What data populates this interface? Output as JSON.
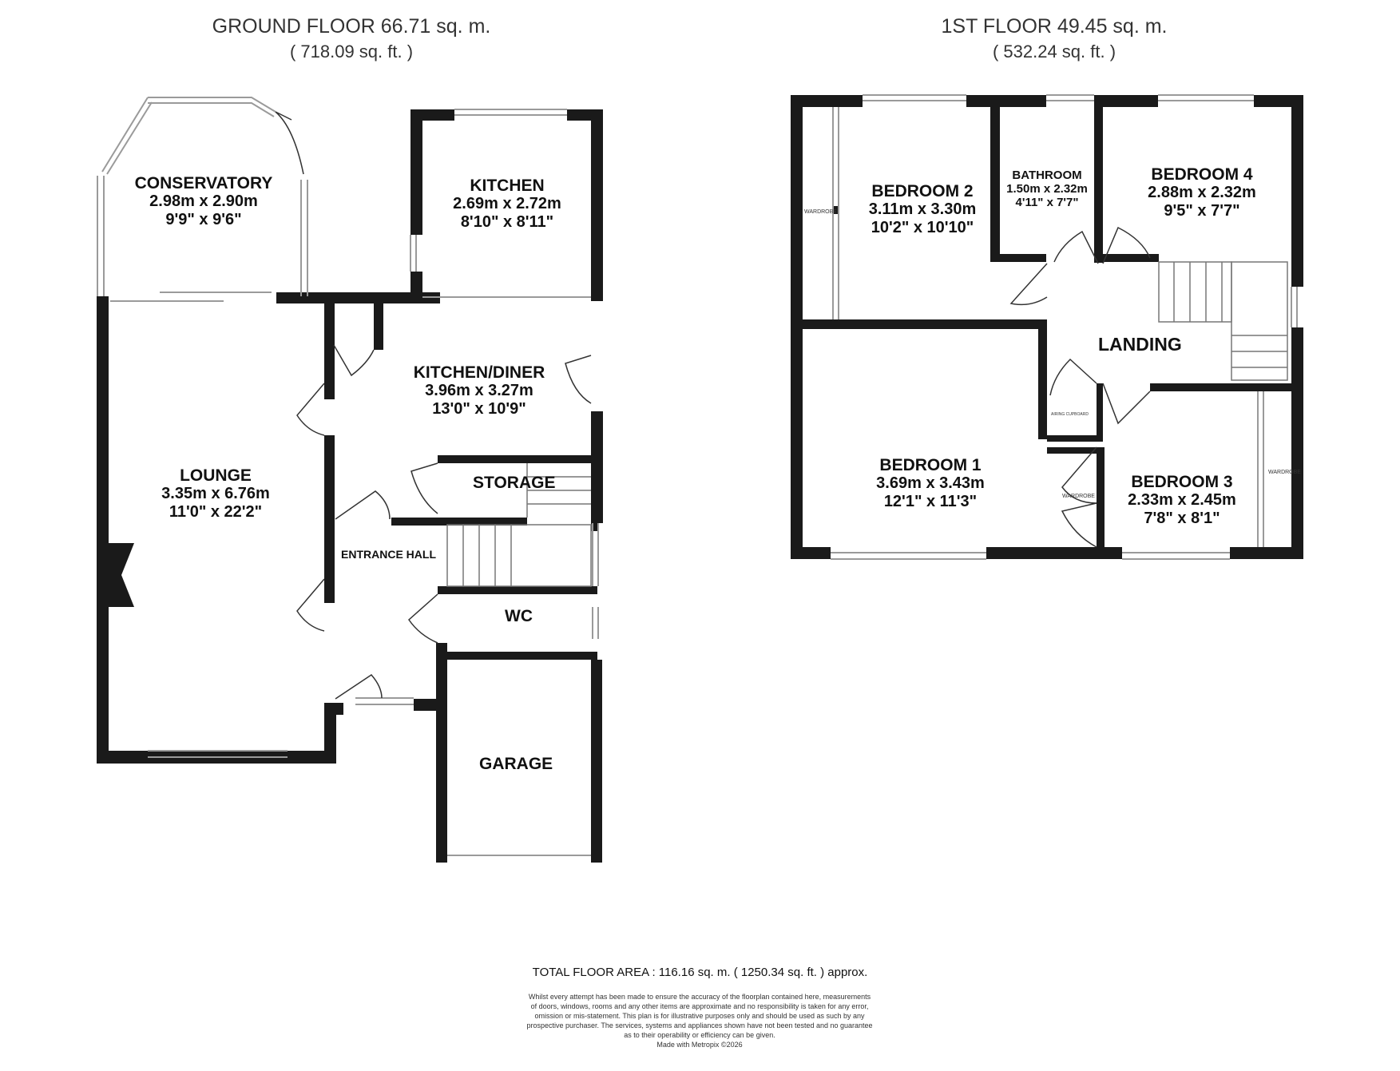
{
  "ground_floor": {
    "title": "GROUND FLOOR 66.71 sq. m.",
    "subtitle": "( 718.09 sq. ft. )",
    "rooms": [
      {
        "name": "CONSERVATORY",
        "metric": "2.98m x 2.90m",
        "imperial": "9'9\" x 9'6\""
      },
      {
        "name": "KITCHEN",
        "metric": "2.69m x 2.72m",
        "imperial": "8'10\" x 8'11\""
      },
      {
        "name": "KITCHEN/DINER",
        "metric": "3.96m x 3.27m",
        "imperial": "13'0\" x 10'9\""
      },
      {
        "name": "LOUNGE",
        "metric": "3.35m x 6.76m",
        "imperial": "11'0\" x 22'2\""
      }
    ],
    "labels": {
      "storage": "STORAGE",
      "entrance_hall": "ENTRANCE HALL",
      "wc": "WC",
      "garage": "GARAGE"
    }
  },
  "first_floor": {
    "title": "1ST FLOOR 49.45 sq. m.",
    "subtitle": "( 532.24 sq. ft. )",
    "rooms": [
      {
        "name": "BEDROOM 2",
        "metric": "3.11m x 3.30m",
        "imperial": "10'2\" x 10'10\""
      },
      {
        "name": "BATHROOM",
        "metric": "1.50m x 2.32m",
        "imperial": "4'11\" x 7'7\""
      },
      {
        "name": "BEDROOM 4",
        "metric": "2.88m x 2.32m",
        "imperial": "9'5\" x 7'7\""
      },
      {
        "name": "BEDROOM 1",
        "metric": "3.69m x 3.43m",
        "imperial": "12'1\" x 11'3\""
      },
      {
        "name": "BEDROOM 3",
        "metric": "2.33m x 2.45m",
        "imperial": "7'8\" x 8'1\""
      }
    ],
    "labels": {
      "landing": "LANDING",
      "wardrobe": "WARDROBE",
      "airing_cupboard": "AIRING CUPBOARD"
    }
  },
  "footer": {
    "total": "TOTAL FLOOR AREA : 116.16 sq. m. ( 1250.34 sq. ft. ) approx.",
    "disclaimer": [
      "Whilst every attempt has been made to ensure the accuracy of the floorplan contained here, measurements",
      "of doors, windows, rooms and any other items are approximate and no responsibility is taken for any error,",
      "omission or mis-statement. This plan is for illustrative purposes only and should be used as such by any",
      "prospective purchaser. The services, systems and appliances shown have not been tested and no guarantee",
      "as to their operability or efficiency can be given."
    ],
    "made_with": "Made with Metropix ©2026"
  },
  "colors": {
    "wall": "#1a1a1a",
    "window": "#9a9a9a",
    "text": "#222222"
  }
}
